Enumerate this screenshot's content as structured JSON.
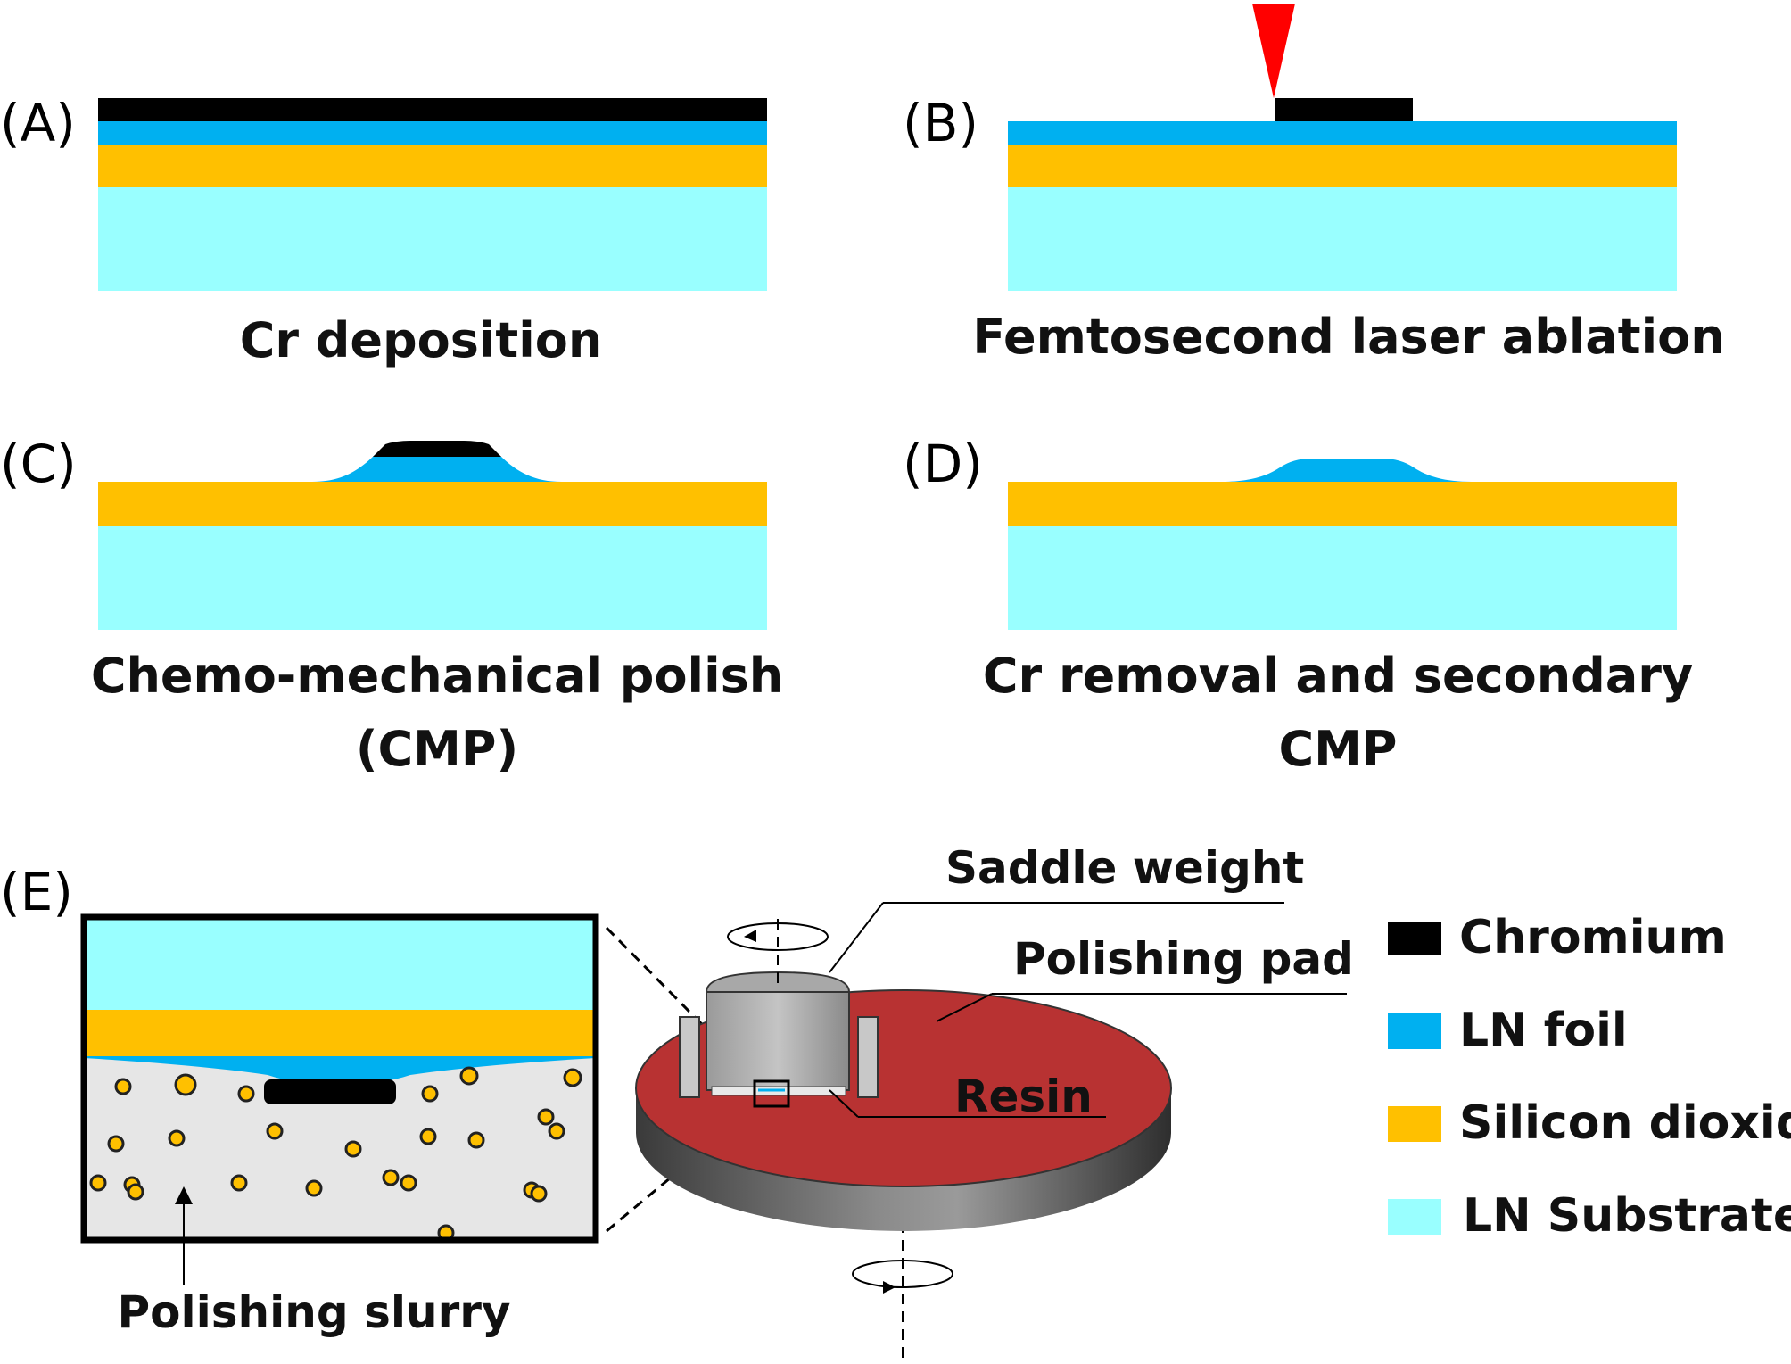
{
  "panels": {
    "a": {
      "label": "(A)",
      "caption": "Cr deposition"
    },
    "b": {
      "label": "(B)",
      "caption": "Femtosecond laser ablation"
    },
    "c": {
      "label": "(C)",
      "caption_line1": "Chemo-mechanical polish",
      "caption_line2": "(CMP)"
    },
    "d": {
      "label": "(D)",
      "caption_line1": "Cr removal and secondary",
      "caption_line2": "CMP"
    },
    "e": {
      "label": "(E)",
      "slurry_label": "Polishing slurry",
      "saddle_label": "Saddle weight",
      "pad_label": "Polishing pad",
      "resin_label": "Resin"
    }
  },
  "legend": [
    {
      "label": "Chromium",
      "color": "#000000"
    },
    {
      "label": "LN foil",
      "color": "#00b0f0"
    },
    {
      "label": "Silicon dioxide",
      "color": "#ffc000"
    },
    {
      "label": "LN Substrate",
      "color": "#99ffff"
    }
  ],
  "colors": {
    "chromium": "#000000",
    "ln_foil": "#00b0f0",
    "silicon_dioxide": "#ffc000",
    "ln_substrate": "#99ffff",
    "laser": "#ff0000",
    "pad": "#b83232",
    "slurry_bg": "#e6e6e6"
  }
}
